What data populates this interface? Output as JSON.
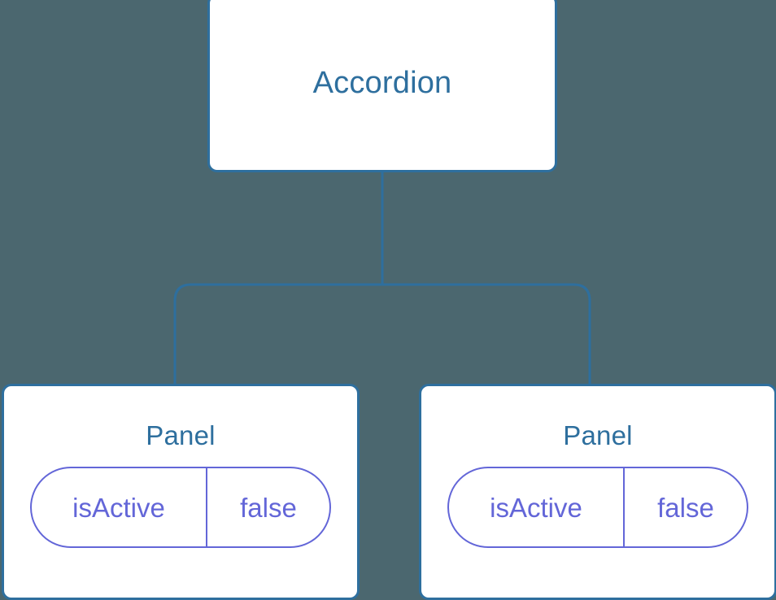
{
  "canvas": {
    "background_color": "#4b676f",
    "edge_color": "#2e6f9e",
    "node_border_color": "#2e6f9e",
    "node_background_color": "#ffffff",
    "title_color": "#2e6f9e",
    "prop_color": "#6366d8"
  },
  "tree": {
    "root": {
      "label": "Accordion"
    },
    "children": [
      {
        "label": "Panel",
        "props": [
          {
            "key": "isActive",
            "value": "false"
          }
        ]
      },
      {
        "label": "Panel",
        "props": [
          {
            "key": "isActive",
            "value": "false"
          }
        ]
      }
    ]
  }
}
